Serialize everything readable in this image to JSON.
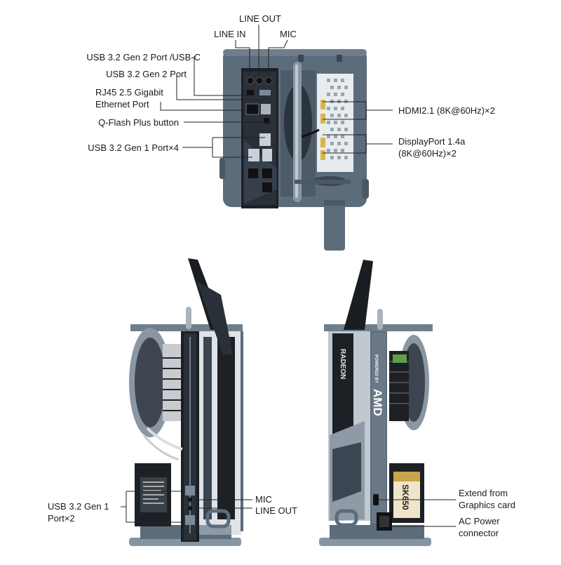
{
  "top_view": {
    "labels": {
      "line_out": "LINE OUT",
      "line_in": "LINE IN",
      "mic": "MIC",
      "usb_c": "USB 3.2 Gen 2 Port /USB-C",
      "usb_gen2": "USB 3.2 Gen 2 Port",
      "rj45": "RJ45  2.5 Gigabit\nEthernet Port",
      "qflash": "Q-Flash Plus button",
      "usb_gen1": "USB 3.2 Gen 1 Port×4",
      "hdmi": "HDMI2.1 (8K@60Hz)×2",
      "displayport": "DisplayPort 1.4a\n(8K@60Hz)×2"
    }
  },
  "front_view": {
    "labels": {
      "usb_gen1_x2": "USB 3.2 Gen 1\nPort×2",
      "mic": "MIC",
      "line_out": "LINE OUT"
    }
  },
  "rear_view": {
    "card_text": "RADEON",
    "vertical_text_1": "POWERED BY",
    "vertical_text_2": "AMD",
    "psu_text": "SK650",
    "labels": {
      "extend": "Extend from\nGraphics card",
      "ac_power": "AC Power\nconnector"
    }
  },
  "colors": {
    "chassis": "#5d6c7b",
    "chassis_dark": "#3b4652",
    "panel": "#1d2126",
    "label_text": "#1a1a1a",
    "psu_gold": "#c9a44a"
  }
}
